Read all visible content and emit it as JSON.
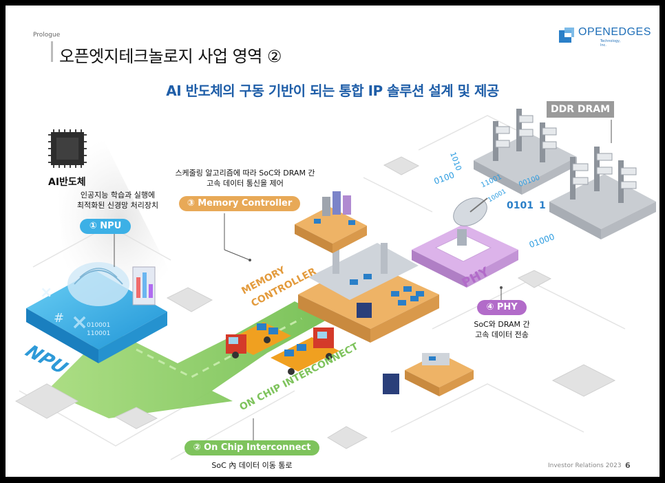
{
  "header": {
    "section": "Prologue",
    "title": "오픈엣지테크놀로지 사업 영역 ②",
    "logo_text": "OPENEDGES",
    "logo_sub": "Technology, Inc."
  },
  "headline": "AI 반도체의 구동 기반이 되는 통합 IP 솔루션 설계 및 제공",
  "ai_chip": {
    "label": "AI반도체"
  },
  "npu": {
    "description": [
      "인공지능 학습과 실행에",
      "최적화된 신경망 처리장치"
    ],
    "pill": "① NPU",
    "iso_label": "NPU",
    "binary": [
      "010001",
      "110001"
    ]
  },
  "memory_controller": {
    "description": [
      "스케줄링 알고리즘에 따라 SoC와 DRAM 간",
      "고속 데이터 통신을 제어"
    ],
    "pill": "③ Memory Controller",
    "iso_label": [
      "MEMORY",
      "CONTROLLER"
    ]
  },
  "interconnect": {
    "pill": "② On Chip Interconnect",
    "description": "SoC 內 데이터 이동 통로",
    "iso_label": "ON CHIP INTERCONNECT"
  },
  "phy": {
    "pill": "④ PHY",
    "description": [
      "SoC와 DRAM 간",
      "고속 데이터 전송"
    ],
    "iso_label": "PHY"
  },
  "ddr": {
    "label": "DDR DRAM"
  },
  "binary_stream": [
    "0100",
    "1010",
    "11001",
    "0101",
    "1",
    "10001",
    "00100",
    "01000"
  ],
  "footer": {
    "ir": "Investor Relations 2023",
    "page": "6"
  },
  "colors": {
    "npu_blue": "#3cb0e6",
    "memctrl_orange": "#e8a957",
    "interconnect_green": "#7ec35c",
    "phy_purple": "#b26bc9",
    "headline_blue": "#1f5ea8",
    "ddr_gray": "#9a9a9a"
  }
}
